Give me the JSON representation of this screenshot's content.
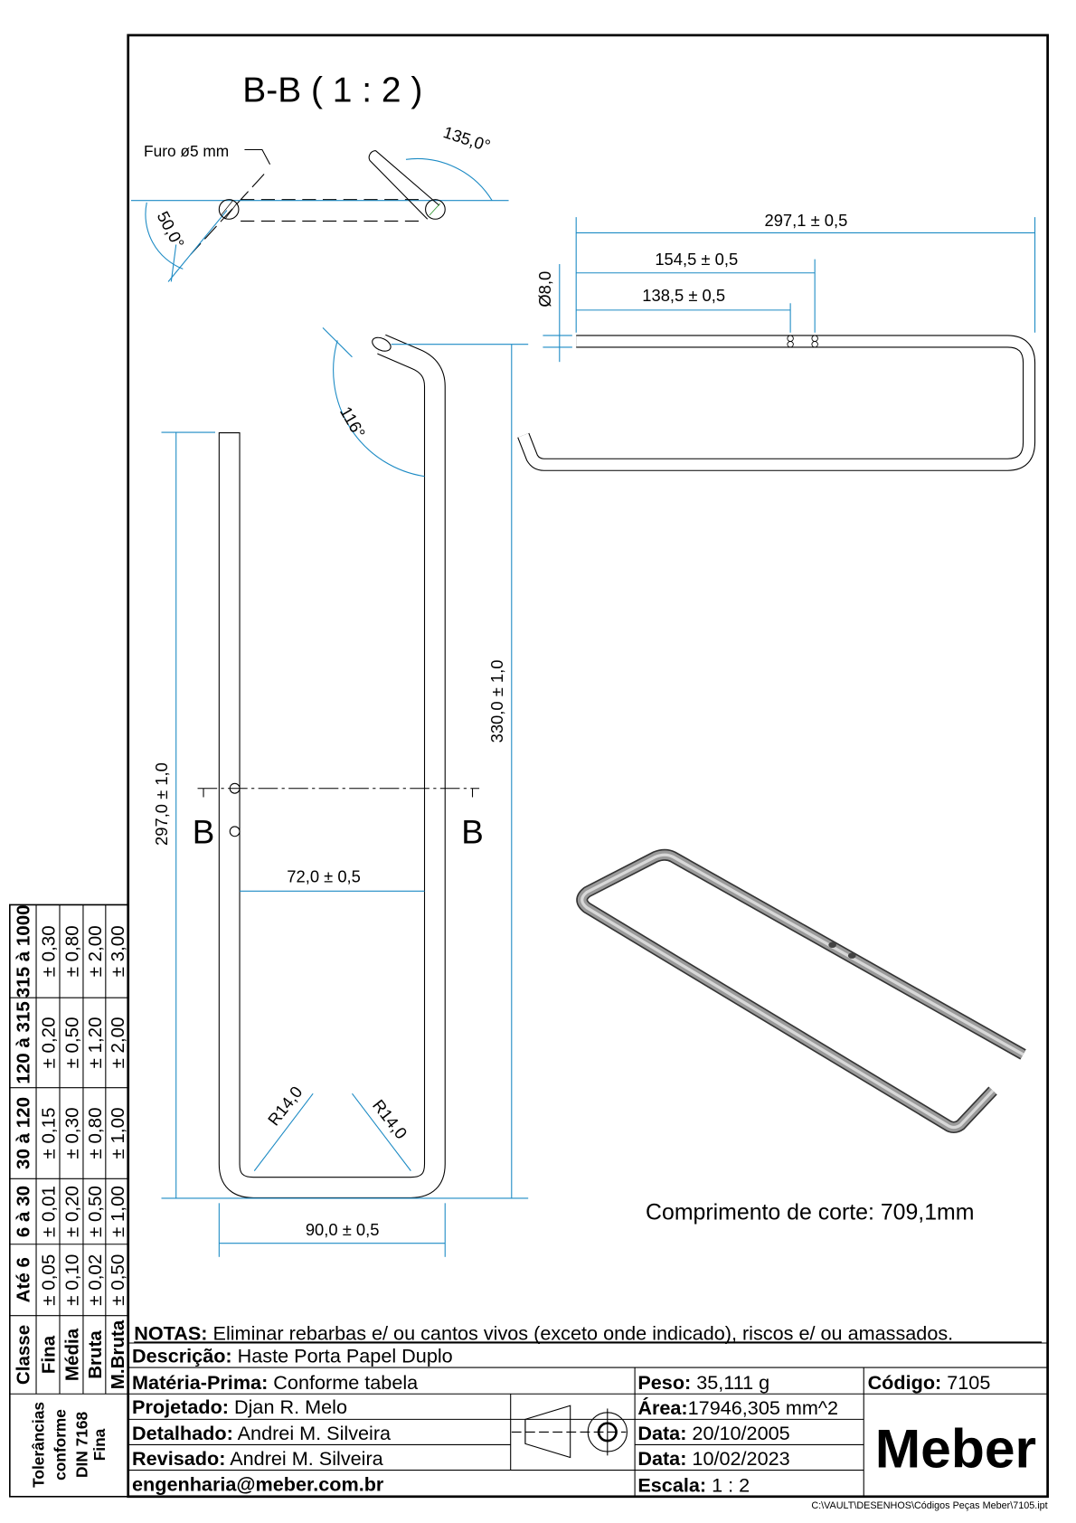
{
  "section_view": {
    "title": "B-B ( 1 : 2 )",
    "hole_note": "Furo ø5 mm",
    "angle_bend": "135,0°",
    "angle_hole": "50,0°"
  },
  "front_view": {
    "dim_height_left": "297,0 ± 1,0",
    "dim_height_right": "330,0 ± 1,0",
    "dim_inner_width": "72,0 ± 0,5",
    "dim_outer_width": "90,0 ± 0,5",
    "angle_top": "116°",
    "radius_left": "R14,0",
    "radius_right": "R14,0",
    "section_mark_left": "B",
    "section_mark_right": "B"
  },
  "top_view": {
    "dim_total": "297,1 ± 0,5",
    "dim_hole2": "154,5 ± 0,5",
    "dim_hole1": "138,5 ± 0,5",
    "dim_diameter": "Ø8,0"
  },
  "cut_length": "Comprimento de corte: 709,1mm",
  "tolerance_table": {
    "title_lines": [
      "Tolerâncias",
      "conforme",
      "DIN 7168",
      "Fina"
    ],
    "header": [
      "Classe",
      "Até 6",
      "6 à 30",
      "30 à 120",
      "120 à 315",
      "315 à 1000"
    ],
    "rows": [
      [
        "Fina",
        "± 0,05",
        "± 0,01",
        "± 0,15",
        "± 0,20",
        "± 0,30"
      ],
      [
        "Média",
        "± 0,10",
        "± 0,20",
        "± 0,30",
        "± 0,50",
        "± 0,80"
      ],
      [
        "Bruta",
        "± 0,02",
        "± 0,50",
        "± 0,80",
        "± 1,20",
        "± 2,00"
      ],
      [
        "M.Bruta",
        "± 0,50",
        "± 1,00",
        "± 1,00",
        "± 2,00",
        "± 3,00"
      ]
    ]
  },
  "title_block": {
    "notes_label": "NOTAS:",
    "notes": " Eliminar rebarbas e/ ou cantos vivos (exceto onde indicado), riscos e/ ou amassados.",
    "description_label": "Descrição:",
    "description": " Haste Porta Papel Duplo",
    "material_label": "Matéria-Prima:",
    "material": " Conforme tabela",
    "designed_label": "Projetado:",
    "designed": " Djan R. Melo",
    "detailed_label": "Detalhado:",
    "detailed": " Andrei M. Silveira",
    "revised_label": "Revisado:",
    "revised": " Andrei M. Silveira",
    "email": "engenharia@meber.com.br",
    "weight_label": "Peso:",
    "weight": " 35,111 g",
    "area_label": "Área:",
    "area": "17946,305 mm^2",
    "date1_label": "Data:",
    "date1": " 20/10/2005",
    "date2_label": "Data:",
    "date2": " 10/02/2023",
    "scale_label": "Escala:",
    "scale": " 1 : 2",
    "code_label": "Código:",
    "code": " 7105",
    "logo": "Meber"
  },
  "file_path": "C:\\VAULT\\DESENHOS\\Códigos Peças Meber\\7105.ipt",
  "colors": {
    "dimension": "#1b8ac4",
    "frame": "#000000",
    "iso_part": "#8a8a8a"
  }
}
